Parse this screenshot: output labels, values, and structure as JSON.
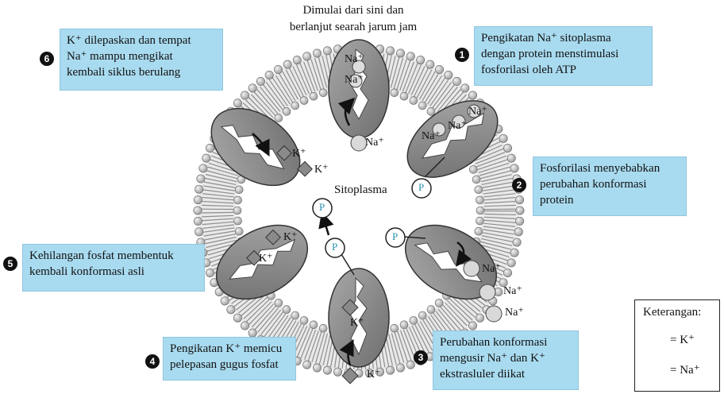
{
  "header": {
    "start_line1": "Dimulai dari sini dan",
    "start_line2": "berlanjut searah jarum jam"
  },
  "steps": [
    {
      "num": "1",
      "lines": [
        "Pengikatan Na⁺ sitoplasma",
        "dengan protein menstimulasi",
        "fosforilasi oleh ATP"
      ]
    },
    {
      "num": "2",
      "lines": [
        "Fosforilasi menyebabkan",
        "perubahan konformasi",
        "protein"
      ]
    },
    {
      "num": "3",
      "lines": [
        "Perubahan konformasi",
        "mengusir Na⁺ dan K⁺",
        "ekstrasluler diikat"
      ]
    },
    {
      "num": "4",
      "lines": [
        "Pengikatan K⁺ memicu",
        "pelepasan gugus fosfat"
      ]
    },
    {
      "num": "5",
      "lines": [
        "Kehilangan fosfat membentuk",
        "kembali konformasi asli"
      ]
    },
    {
      "num": "6",
      "lines": [
        "K⁺ dilepaskan dan tempat",
        "Na⁺ mampu mengikat",
        "kembali siklus berulang"
      ]
    }
  ],
  "center_label": "Sitoplasma",
  "ions": {
    "na": "Na⁺",
    "k": "K⁺",
    "p": "P"
  },
  "legend": {
    "title": "Keterangan:",
    "k_label": "= K⁺",
    "na_label": "= Na⁺"
  },
  "colors": {
    "box_bg": "#a9dbf0",
    "protein": "#8a8a8a",
    "phosphate": "#2a8fb0",
    "membrane_head": "#cfcfcf"
  }
}
